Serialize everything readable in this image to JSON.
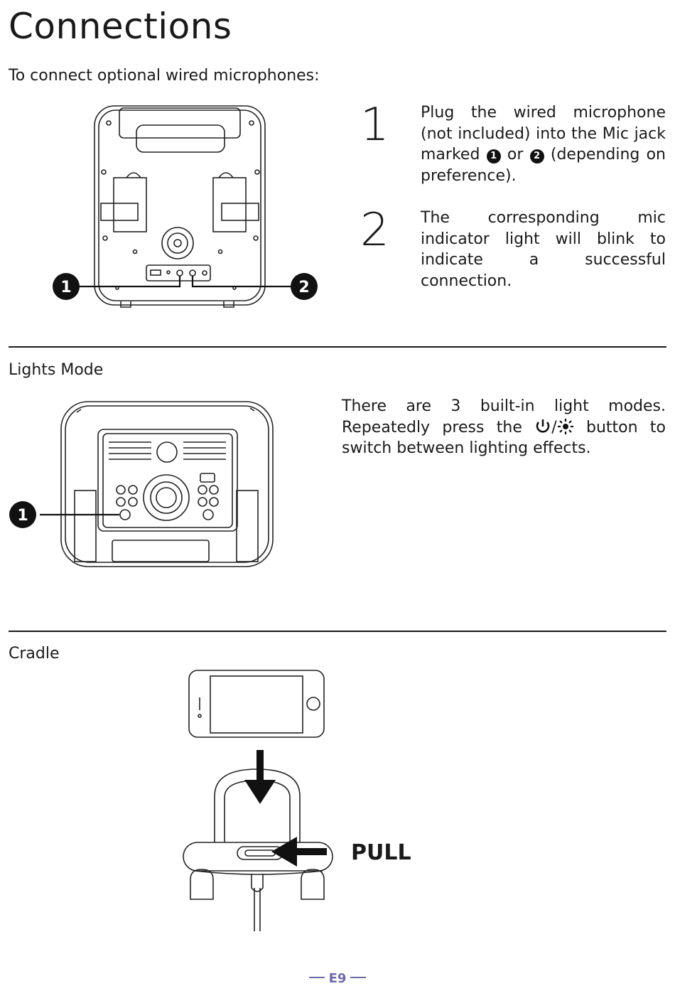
{
  "page": {
    "title": "Connections",
    "footer": "E9"
  },
  "connections": {
    "intro": "To connect optional wired microphones:",
    "callouts": [
      "1",
      "2"
    ],
    "steps": [
      {
        "number": "1",
        "before": "Plug the wired microphone (not included) into the Mic jack marked ",
        "badge1": "1",
        "middle": " or ",
        "badge2": "2",
        "after": " (depending on preference)."
      },
      {
        "number": "2",
        "text": "The corresponding mic indicator light will blink to indicate a successful connection."
      }
    ]
  },
  "lights": {
    "heading": "Lights Mode",
    "callout": "1",
    "text_before": "There are 3 built-in light modes. Repeatedly press the ",
    "text_after": " button to switch between lighting effects.",
    "power_icon": "power-icon",
    "light_icon": "light-icon"
  },
  "cradle": {
    "heading": "Cradle",
    "pull_label": "PULL"
  }
}
